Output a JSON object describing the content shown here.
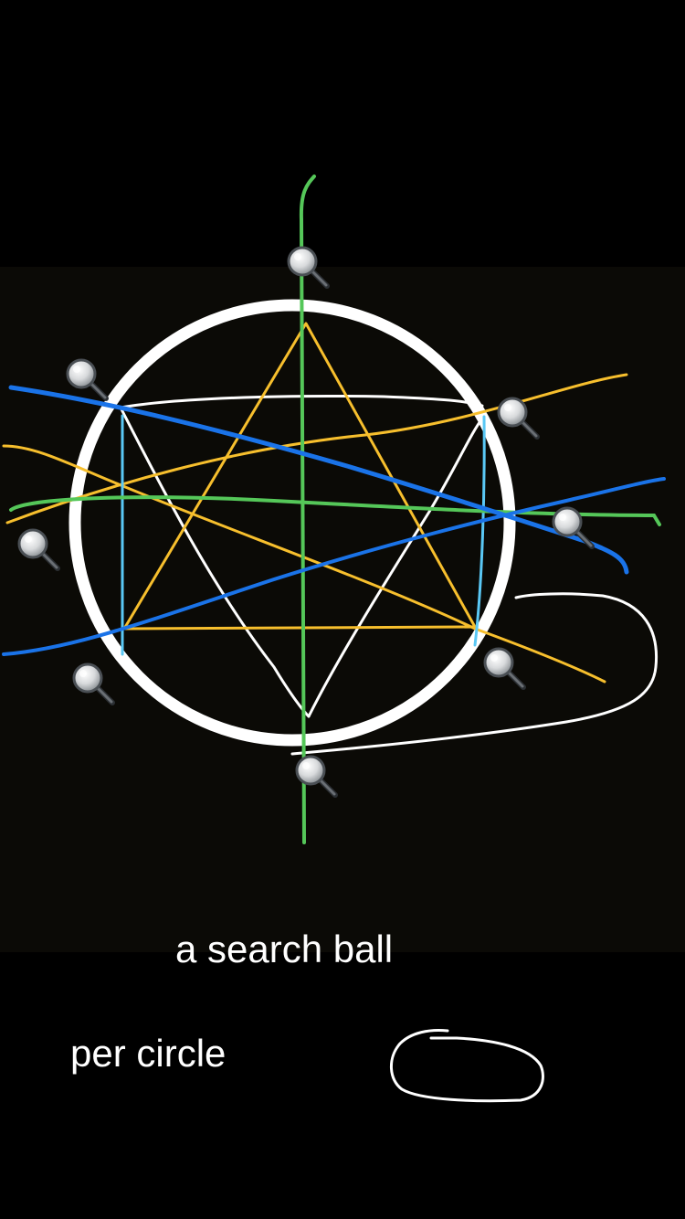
{
  "captions": {
    "line1": "a search ball",
    "line2": "per circle"
  },
  "colors": {
    "background": "#000000",
    "panel": "#0b0a06",
    "circle": "#ffffff",
    "stroke_white": "#ffffff",
    "stroke_yellow": "#f7bf2d",
    "stroke_green": "#55c759",
    "stroke_blue": "#1a73e8",
    "stroke_cyan": "#5ac8f5"
  },
  "icons": {
    "marker": "magnifying-glass-icon",
    "marker_count": 8
  }
}
